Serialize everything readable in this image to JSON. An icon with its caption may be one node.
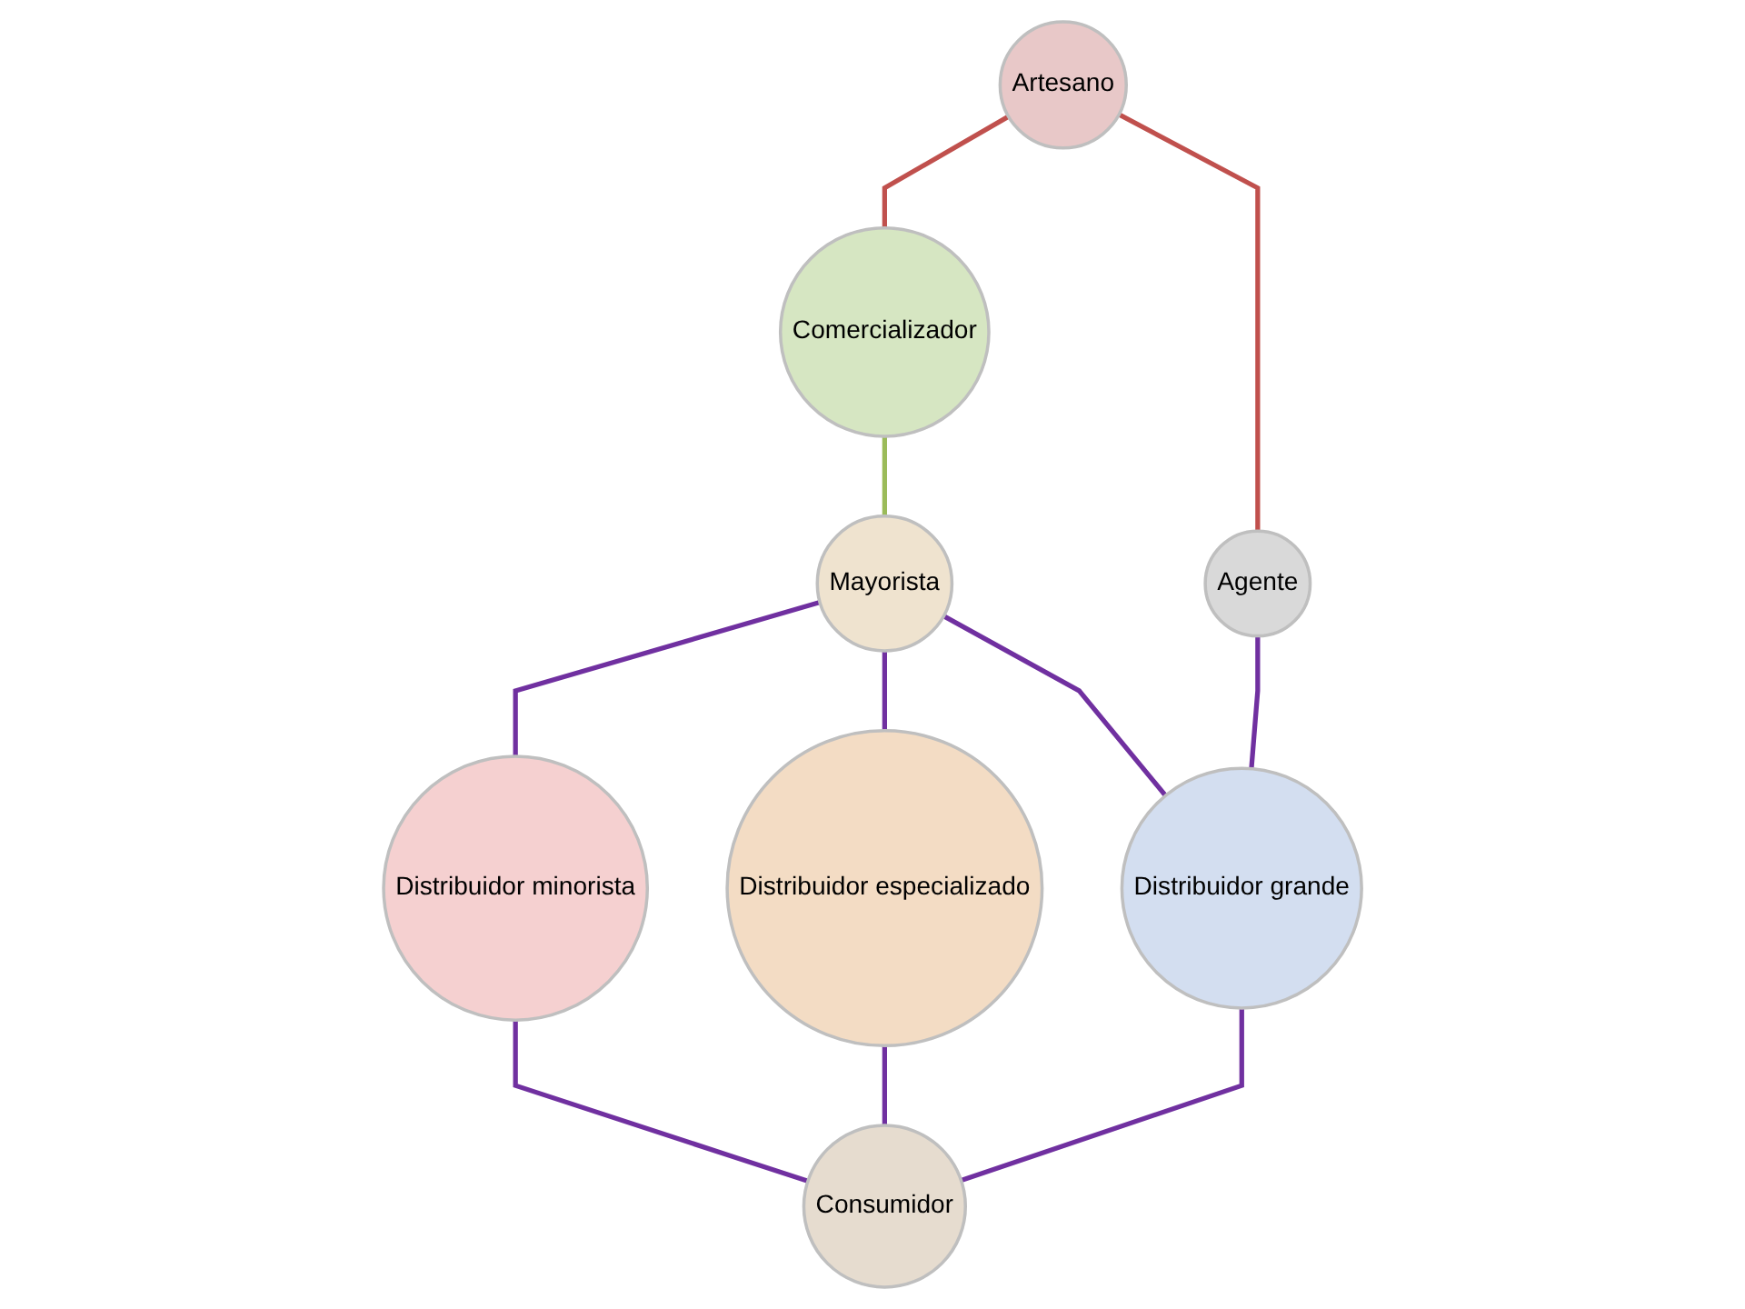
{
  "diagram": {
    "nodes": [
      {
        "text": [
          "Artesano"
        ]
      },
      {
        "text": [
          "Comercializador"
        ]
      },
      {
        "text": [
          "Agente"
        ]
      },
      {
        "text": [
          "Mayorista"
        ]
      },
      {
        "text": [
          "Distribuidor minorista"
        ]
      },
      {
        "text": [
          "Distribuidor especializado"
        ]
      },
      {
        "text": [
          "Distribuidor grande"
        ]
      },
      {
        "text": [
          "Consumidor"
        ]
      }
    ],
    "edges": [
      {
        "from": 0,
        "to": 1,
        "arrow": "none",
        "color": "#c0504d"
      },
      {
        "from": 0,
        "to": 2,
        "arrow": "none",
        "color": "#c0504d"
      },
      {
        "from": 1,
        "to": 3,
        "arrow": "none",
        "color": "#9bbb59"
      },
      {
        "from": 3,
        "to": 4,
        "arrow": "none"
      },
      {
        "from": 3,
        "to": 5,
        "arrow": "none"
      },
      {
        "from": 3,
        "to": 6,
        "arrow": "none"
      },
      {
        "from": 2,
        "to": 6,
        "arrow": "none"
      },
      {
        "from": 4,
        "to": 7,
        "arrow": "none"
      },
      {
        "from": 5,
        "to": 7,
        "arrow": "none"
      },
      {
        "from": 6,
        "to": 7,
        "arrow": "none"
      }
    ]
  }
}
